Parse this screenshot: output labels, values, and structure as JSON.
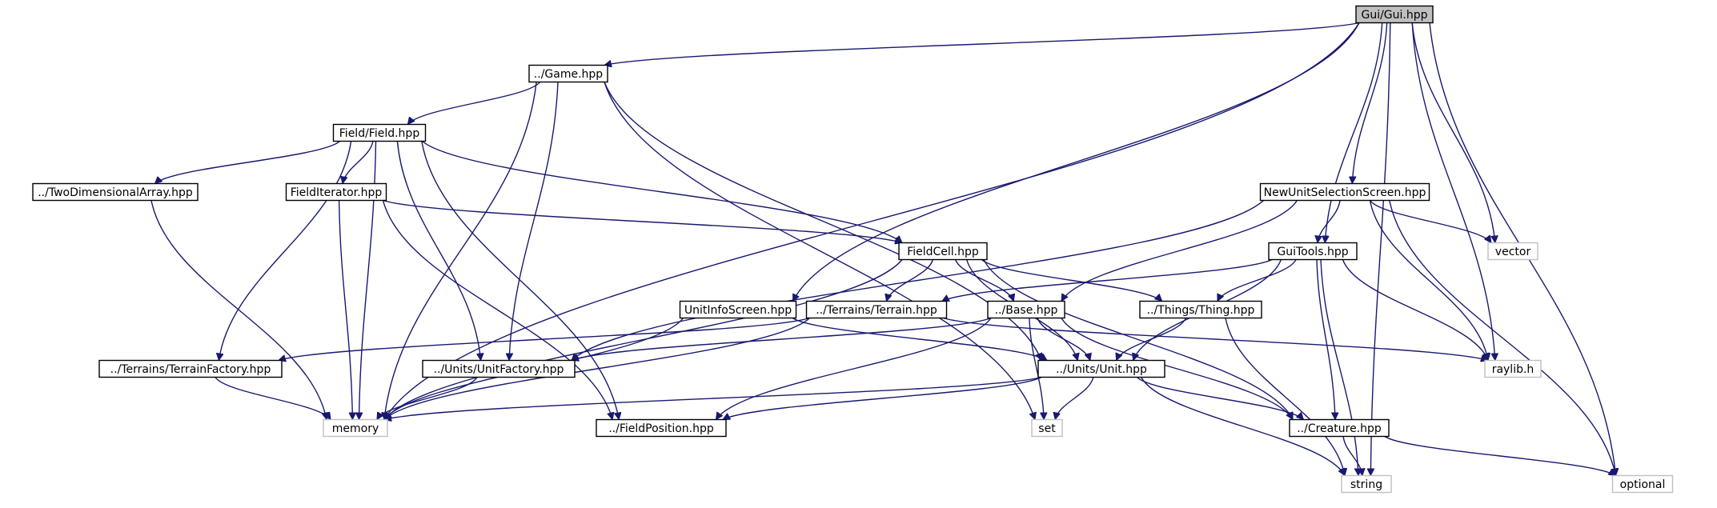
{
  "diagram": {
    "title": "",
    "colors": {
      "edge": "#191970",
      "node_border": "#000000",
      "external_border": "#bfbfbf",
      "root_fill": "#bfbfbf",
      "node_fill": "#ffffff",
      "text": "#000000"
    },
    "nodes": [
      {
        "id": "gui",
        "label": "Gui/Gui.hpp",
        "kind": "root"
      },
      {
        "id": "game",
        "label": "../Game.hpp",
        "kind": "local"
      },
      {
        "id": "field",
        "label": "Field/Field.hpp",
        "kind": "local"
      },
      {
        "id": "twodim",
        "label": "../TwoDimensionalArray.hpp",
        "kind": "local"
      },
      {
        "id": "fielditer",
        "label": "FieldIterator.hpp",
        "kind": "local"
      },
      {
        "id": "newunit",
        "label": "NewUnitSelectionScreen.hpp",
        "kind": "local"
      },
      {
        "id": "guitools",
        "label": "GuiTools.hpp",
        "kind": "local"
      },
      {
        "id": "vector",
        "label": "vector",
        "kind": "external"
      },
      {
        "id": "fieldcell",
        "label": "FieldCell.hpp",
        "kind": "local"
      },
      {
        "id": "unitinfo",
        "label": "UnitInfoScreen.hpp",
        "kind": "local"
      },
      {
        "id": "terrain",
        "label": "../Terrains/Terrain.hpp",
        "kind": "local"
      },
      {
        "id": "base",
        "label": "../Base.hpp",
        "kind": "local"
      },
      {
        "id": "thing",
        "label": "../Things/Thing.hpp",
        "kind": "local"
      },
      {
        "id": "raylib",
        "label": "raylib.h",
        "kind": "external"
      },
      {
        "id": "terrainfactory",
        "label": "../Terrains/TerrainFactory.hpp",
        "kind": "local"
      },
      {
        "id": "unitfactory",
        "label": "../Units/UnitFactory.hpp",
        "kind": "local"
      },
      {
        "id": "unit",
        "label": "../Units/Unit.hpp",
        "kind": "local"
      },
      {
        "id": "memory",
        "label": "memory",
        "kind": "external"
      },
      {
        "id": "fieldpos",
        "label": "../FieldPosition.hpp",
        "kind": "local"
      },
      {
        "id": "set",
        "label": "set",
        "kind": "external"
      },
      {
        "id": "creature",
        "label": "../Creature.hpp",
        "kind": "local"
      },
      {
        "id": "string",
        "label": "string",
        "kind": "external"
      },
      {
        "id": "optional",
        "label": "optional",
        "kind": "external"
      }
    ],
    "edges": [
      [
        "gui",
        "game"
      ],
      [
        "gui",
        "memory"
      ],
      [
        "gui",
        "unitinfo"
      ],
      [
        "gui",
        "newunit"
      ],
      [
        "gui",
        "guitools"
      ],
      [
        "gui",
        "vector"
      ],
      [
        "gui",
        "raylib"
      ],
      [
        "gui",
        "string"
      ],
      [
        "gui",
        "optional"
      ],
      [
        "game",
        "field"
      ],
      [
        "game",
        "memory"
      ],
      [
        "game",
        "unitfactory"
      ],
      [
        "game",
        "unit"
      ],
      [
        "game",
        "set"
      ],
      [
        "field",
        "twodim"
      ],
      [
        "field",
        "fielditer"
      ],
      [
        "field",
        "fieldcell"
      ],
      [
        "field",
        "memory"
      ],
      [
        "field",
        "terrainfactory"
      ],
      [
        "field",
        "unitfactory"
      ],
      [
        "field",
        "fieldpos"
      ],
      [
        "twodim",
        "memory"
      ],
      [
        "fielditer",
        "fieldcell"
      ],
      [
        "fielditer",
        "memory"
      ],
      [
        "fielditer",
        "fieldpos"
      ],
      [
        "newunit",
        "guitools"
      ],
      [
        "newunit",
        "vector"
      ],
      [
        "newunit",
        "base"
      ],
      [
        "newunit",
        "unitfactory"
      ],
      [
        "newunit",
        "raylib"
      ],
      [
        "newunit",
        "optional"
      ],
      [
        "guitools",
        "terrain"
      ],
      [
        "guitools",
        "thing"
      ],
      [
        "guitools",
        "unit"
      ],
      [
        "guitools",
        "creature"
      ],
      [
        "guitools",
        "raylib"
      ],
      [
        "guitools",
        "string"
      ],
      [
        "fieldcell",
        "terrain"
      ],
      [
        "fieldcell",
        "base"
      ],
      [
        "fieldcell",
        "thing"
      ],
      [
        "fieldcell",
        "unit"
      ],
      [
        "fieldcell",
        "creature"
      ],
      [
        "fieldcell",
        "memory"
      ],
      [
        "unitinfo",
        "unit"
      ],
      [
        "unitinfo",
        "memory"
      ],
      [
        "terrain",
        "terrainfactory"
      ],
      [
        "terrain",
        "raylib"
      ],
      [
        "terrain",
        "memory"
      ],
      [
        "base",
        "unitfactory"
      ],
      [
        "base",
        "unit"
      ],
      [
        "base",
        "set"
      ],
      [
        "base",
        "fieldpos"
      ],
      [
        "base",
        "creature"
      ],
      [
        "thing",
        "unit"
      ],
      [
        "thing",
        "string"
      ],
      [
        "terrainfactory",
        "memory"
      ],
      [
        "unitfactory",
        "memory"
      ],
      [
        "unit",
        "memory"
      ],
      [
        "unit",
        "fieldpos"
      ],
      [
        "unit",
        "set"
      ],
      [
        "unit",
        "creature"
      ],
      [
        "unit",
        "string"
      ],
      [
        "creature",
        "string"
      ],
      [
        "creature",
        "optional"
      ]
    ]
  }
}
